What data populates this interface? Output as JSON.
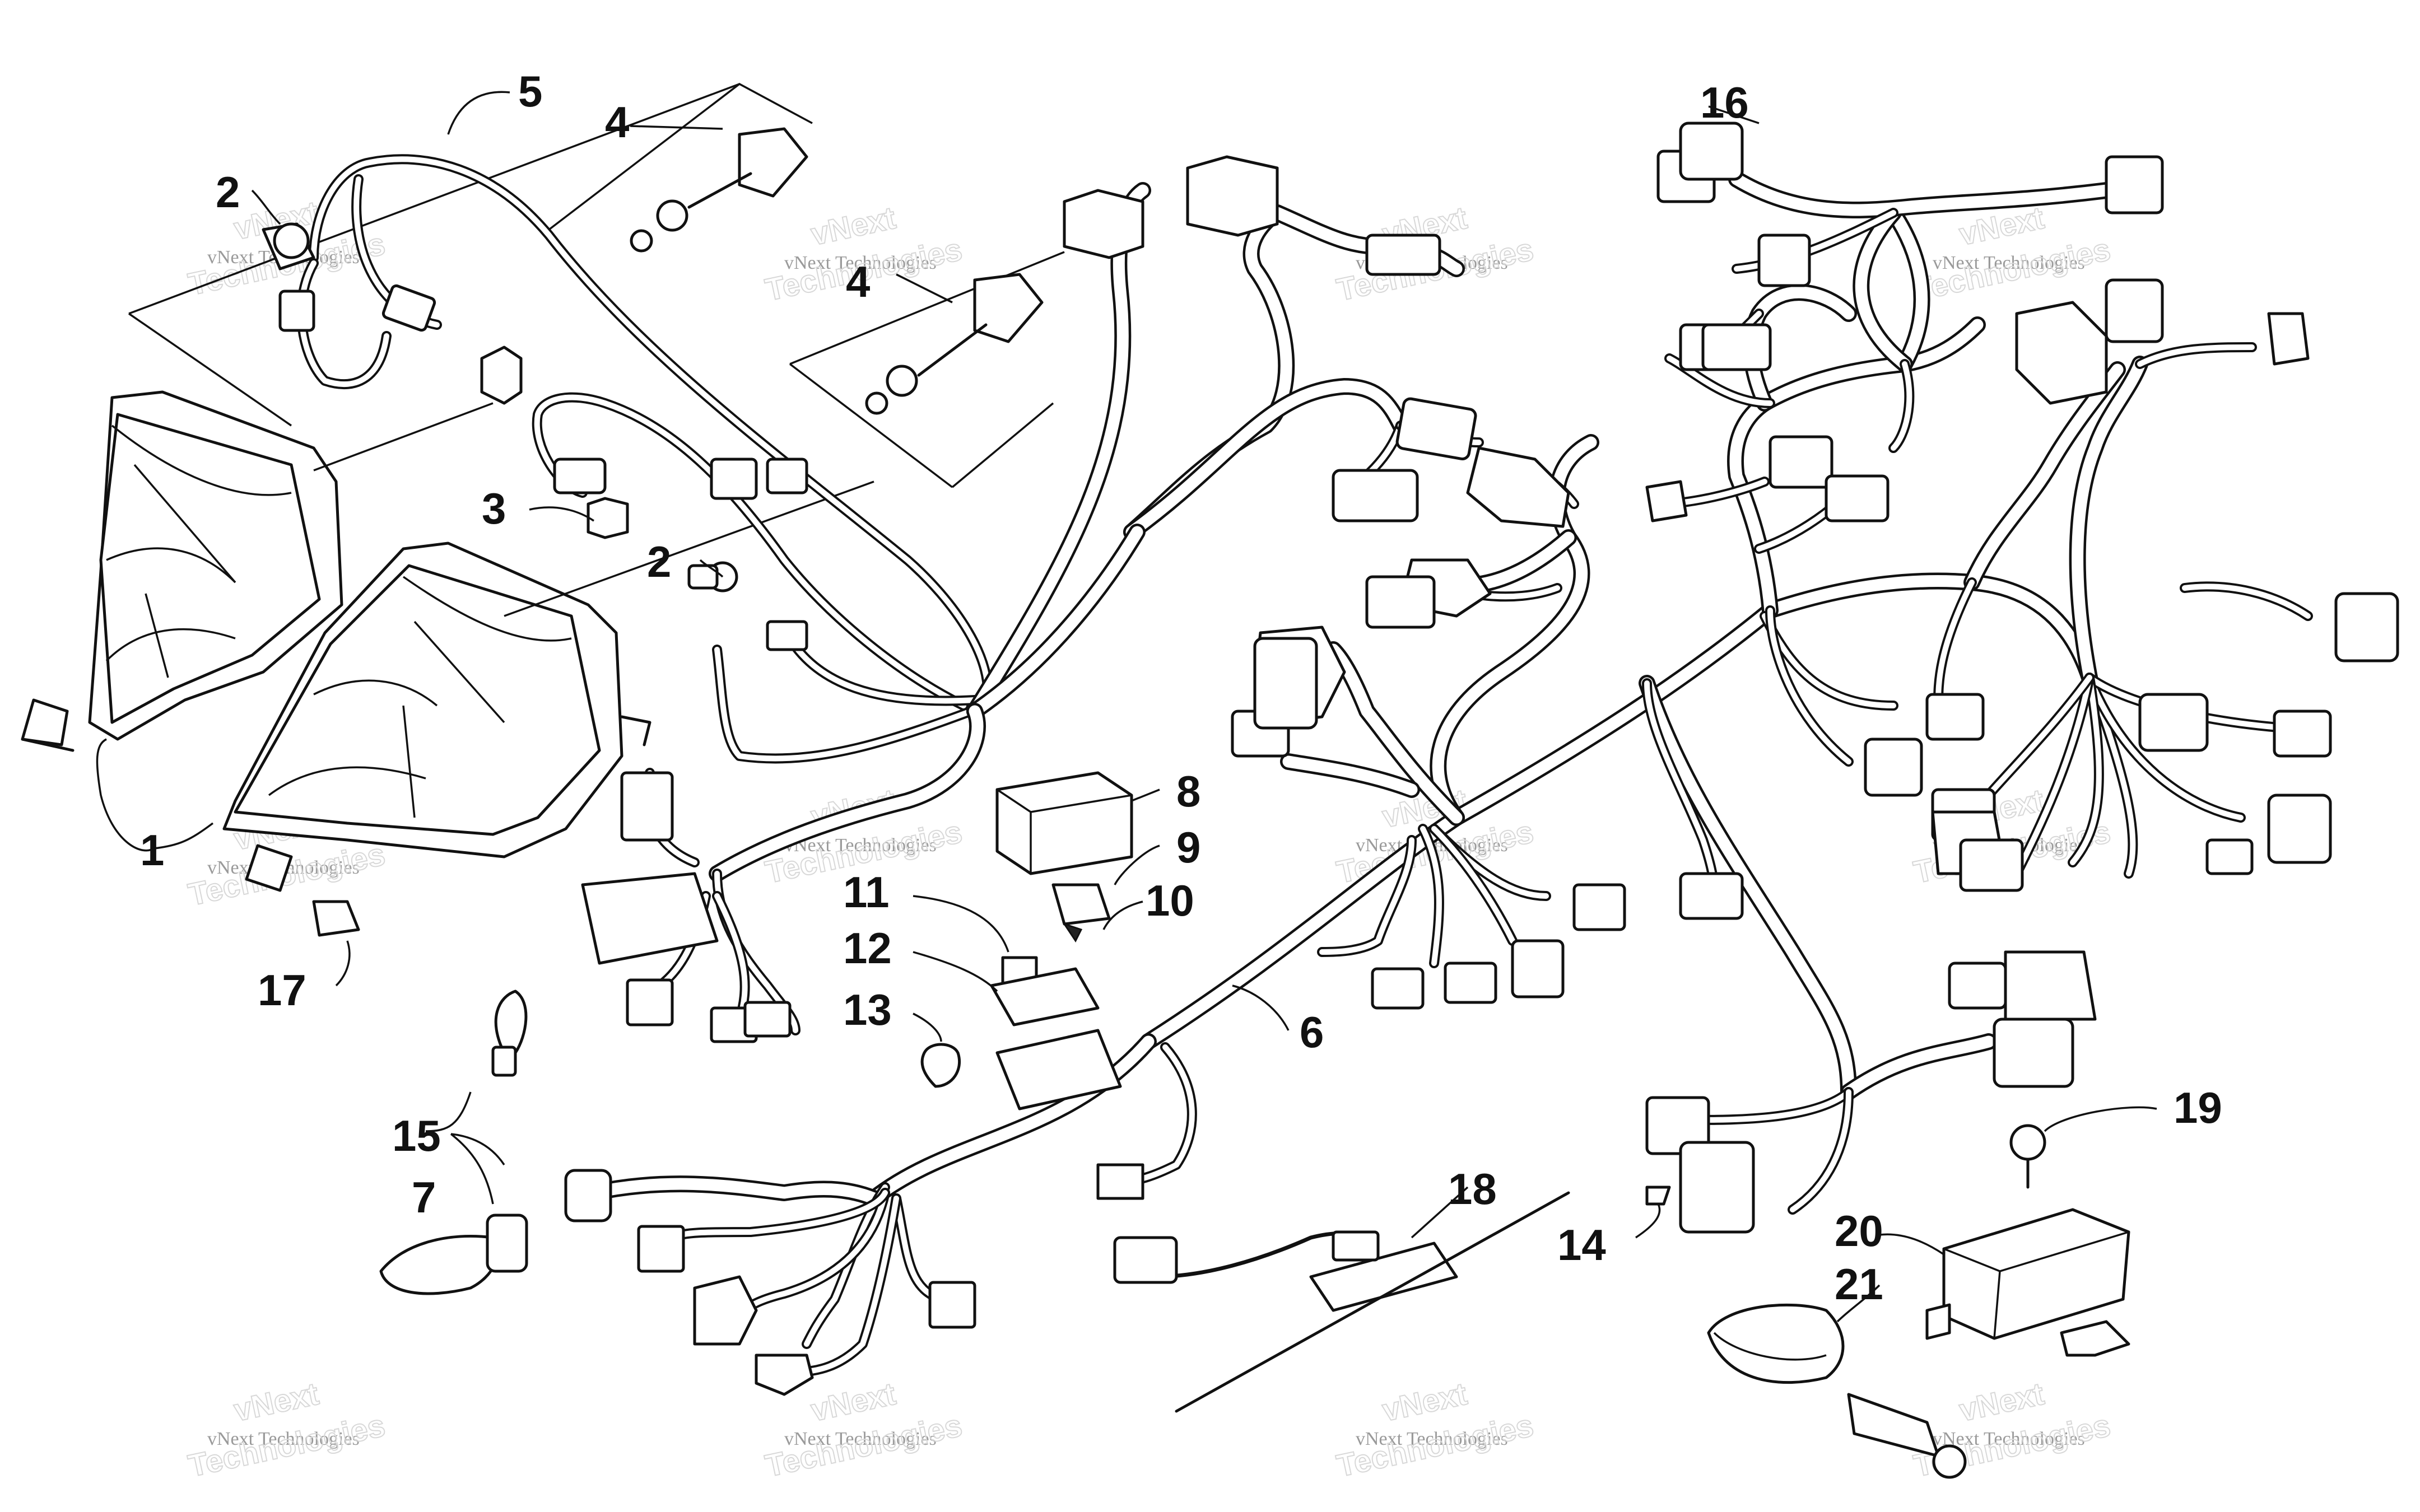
{
  "callouts": {
    "c1": "1",
    "c2a": "2",
    "c2b": "2",
    "c3": "3",
    "c4a": "4",
    "c4b": "4",
    "c5": "5",
    "c6": "6",
    "c7": "7",
    "c8": "8",
    "c9": "9",
    "c10": "10",
    "c11": "11",
    "c12": "12",
    "c13": "13",
    "c14": "14",
    "c15": "15",
    "c16": "16",
    "c17": "17",
    "c18": "18",
    "c19": "19",
    "c20": "20",
    "c21": "21"
  },
  "watermark": {
    "line1": "vNext Technologies",
    "line2": "vNext",
    "line3": "Technologies"
  }
}
